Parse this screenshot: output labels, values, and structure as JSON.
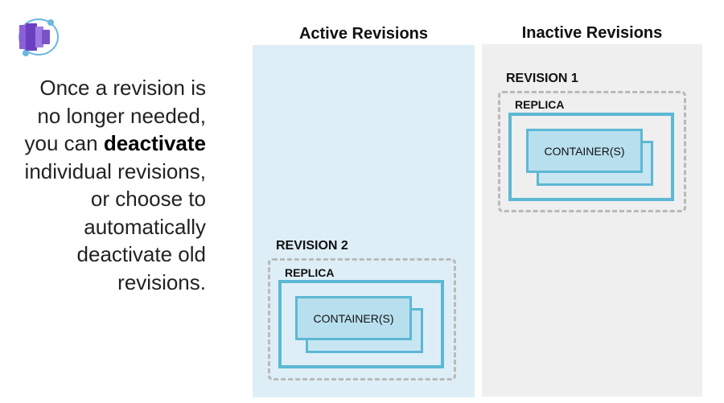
{
  "logo": {
    "icon": "container-apps-logo-icon",
    "colors": {
      "primary": "#7b52c7",
      "secondary": "#a27fe0",
      "ring": "#6ab7e0"
    }
  },
  "description": {
    "line1": "Once a revision is",
    "line2": "no longer needed,",
    "line3_prefix": "you can ",
    "line3_bold": "deactivate",
    "line4": "individual revisions,",
    "line5": "or choose to",
    "line6": "automatically",
    "line7": "deactivate old",
    "line8": "revisions."
  },
  "columns": {
    "active": {
      "title": "Active Revisions",
      "background": "#deeef7",
      "revision": {
        "label": "REVISION 2",
        "replica_label": "REPLICA",
        "container_label": "CONTAINER(S)"
      }
    },
    "inactive": {
      "title": "Inactive Revisions",
      "background": "#efefef",
      "revision": {
        "label": "REVISION 1",
        "replica_label": "REPLICA",
        "container_label": "CONTAINER(S)"
      }
    }
  },
  "colors": {
    "accent": "#5db8d4",
    "container_fill": "#b8dfee",
    "dashed_border": "#b9b9b9"
  }
}
